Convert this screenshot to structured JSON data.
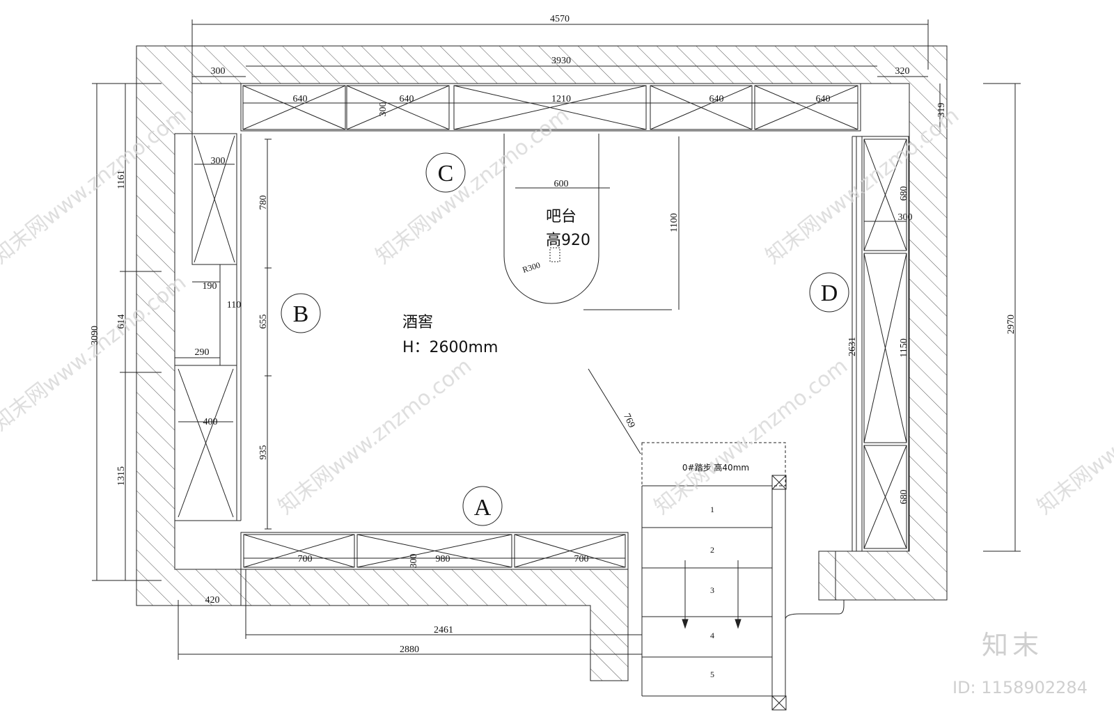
{
  "room": {
    "name": "酒窖",
    "height": "H：2600mm",
    "bar_name": "吧台",
    "bar_height": "高920",
    "bar_radius": "R300",
    "step_note": "0#踏步 高40mm"
  },
  "wall_labels": [
    "A",
    "B",
    "C",
    "D"
  ],
  "dimensions": {
    "top_total": "4570",
    "top_inner": "3930",
    "top_left": "300",
    "top_right": "320",
    "top_cabinets": [
      "640",
      "640",
      "1210",
      "640",
      "640"
    ],
    "top_depth": "300",
    "top_right_depth": "319",
    "left_total": "3090",
    "left_seg1": "1161",
    "left_seg2": "614",
    "left_seg3": "1315",
    "left_cab_upper_w": "300",
    "left_gap_190": "190",
    "left_gap_110": "110",
    "left_cab_lower_top": "290",
    "left_cab_lower_w": "400",
    "b_seg1": "780",
    "b_seg2": "655",
    "b_seg3": "935",
    "bar_width": "600",
    "bar_length": "1100",
    "diag": "769",
    "d_length": "2631",
    "right_total": "2970",
    "right_cab1": "680",
    "right_cab_w": "300",
    "right_cab2": "1150",
    "right_cab3": "680",
    "bottom_cabinets": [
      "700",
      "980",
      "700"
    ],
    "bottom_depth": "300",
    "bottom_left": "420",
    "bottom_2461": "2461",
    "bottom_2880": "2880"
  },
  "steps": [
    "1",
    "2",
    "3",
    "4",
    "5"
  ],
  "branding": {
    "logo": "知末",
    "id_label": "ID: 1158902284",
    "watermark": "知末网www.znzmo.com"
  },
  "colors": {
    "line": "#222222",
    "hatch": "#555555",
    "watermark": "#d6d6d6"
  }
}
